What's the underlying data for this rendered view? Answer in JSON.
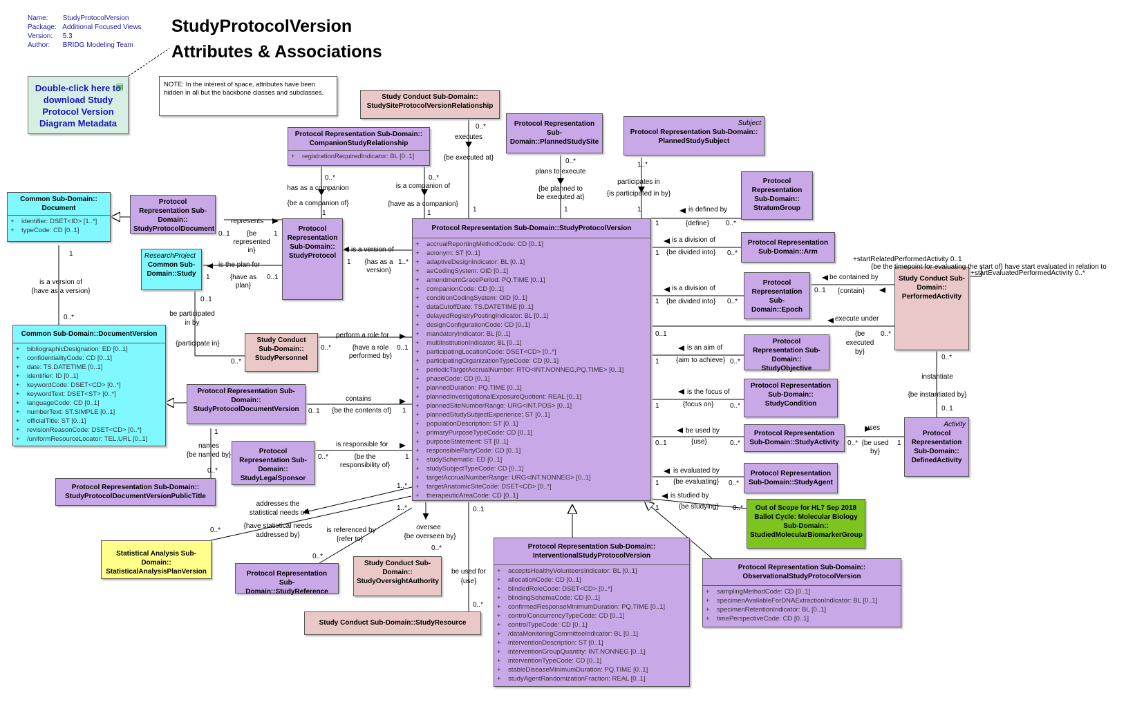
{
  "meta": [
    {
      "key": "Name:",
      "value": "StudyProtocolVersion"
    },
    {
      "key": "Package:",
      "value": "Additional Focused Views"
    },
    {
      "key": "Version:",
      "value": "5.3"
    },
    {
      "key": "Author:",
      "value": "BRIDG Modeling Team"
    }
  ],
  "title": {
    "line1": "StudyProtocolVersion",
    "line2": "Attributes & Associations"
  },
  "download": {
    "text": "Double-click here to download Study Protocol Version Diagram Metadata",
    "icon": "document-icon"
  },
  "note": "NOTE:  In the interest of space, attributes have been hidden in all but the backbone classes and subclasses.",
  "classes": {
    "ssprv": {
      "name": "Study Conduct Sub-Domain:: StudySiteProtocolVersionRelationship"
    },
    "pss": {
      "name": "Protocol Representation Sub-Domain::PlannedStudySite"
    },
    "psubj": {
      "name": "Protocol Representation Sub-Domain:: PlannedStudySubject",
      "stereotype": "Subject"
    },
    "csr": {
      "name": "Protocol Representation Sub-Domain:: CompanionStudyRelationship",
      "attrs": [
        "registrationRequiredIndicator: BL [0..1]"
      ]
    },
    "doc": {
      "name": "Common Sub-Domain:: Document",
      "attrs": [
        "identifier: DSET<ID> [1..*]",
        "typeCode: CD [0..1]"
      ]
    },
    "spd": {
      "name": "Protocol Representation Sub-Domain:: StudyProtocolDocument"
    },
    "sp": {
      "name": "Protocol Representation Sub-Domain:: StudyProtocol"
    },
    "study": {
      "name": "Common Sub-Domain::Study",
      "stereotype": "ResearchProject"
    },
    "docver": {
      "name": "Common Sub-Domain::DocumentVersion",
      "attrs": [
        "bibliographicDesignation: ED [0..1]",
        "confidentialityCode: CD [0..1]",
        "date: TS.DATETIME [0..1]",
        "identifier: ID [0..1]",
        "keywordCode: DSET<CD> [0..*]",
        "keywordText: DSET<ST> [0..*]",
        "languageCode: CD [0..1]",
        "numberText: ST.SIMPLE [0..1]",
        "officialTitle: ST [0..1]",
        "revisionReasonCode: DSET<CD> [0..*]",
        "/uniformResourceLocator: TEL.URL [0..1]"
      ]
    },
    "spers": {
      "name": "Study Conduct Sub-Domain:: StudyPersonnel"
    },
    "spdv": {
      "name": "Protocol Representation Sub-Domain:: StudyProtocolDocumentVersion"
    },
    "sls": {
      "name": "Protocol Representation Sub-Domain:: StudyLegalSponsor"
    },
    "spdvpt": {
      "name": "Protocol Representation Sub-Domain:: StudyProtocolDocumentVersionPublicTitle"
    },
    "sapv": {
      "name": "Statistical Analysis Sub-Domain:: StatisticalAnalysisPlanVersion"
    },
    "sref": {
      "name": "Protocol Representation Sub-Domain::StudyReference"
    },
    "soa": {
      "name": "Study Conduct Sub-Domain:: StudyOversightAuthority"
    },
    "sres": {
      "name": "Study Conduct Sub-Domain::StudyResource"
    },
    "spv": {
      "name": "Protocol Representation Sub-Domain::StudyProtocolVersion",
      "attrs": [
        "accrualReportingMethodCode: CD [0..1]",
        "acronym: ST [0..1]",
        "adaptiveDesignIndicator: BL [0..1]",
        "aeCodingSystem: OID [0..1]",
        "amendmentGracePeriod: PQ.TIME [0..1]",
        "companionCode: CD [0..1]",
        "conditionCodingSystem: OID [0..1]",
        "dataCutoffDate: TS.DATETIME [0..1]",
        "delayedRegistryPostingIndicator: BL [0..1]",
        "designConfigurationCode: CD [0..1]",
        "mandatoryIndicator: BL [0..1]",
        "multiInstitutionIndicator: BL [0..1]",
        "participatingLocationCode: DSET<CD> [0..*]",
        "participatingOrganizationTypeCode: CD [0..1]",
        "periodicTargetAccrualNumber: RTO<INT.NONNEG,PQ.TIME> [0..1]",
        "phaseCode: CD [0..1]",
        "plannedDuration: PQ.TIME [0..1]",
        "plannedInvestigationalExposureQuotient: REAL [0..1]",
        "plannedSiteNumberRange: URG<INT.POS> [0..1]",
        "plannedStudySubjectExperience: ST [0..1]",
        "populationDescription: ST [0..1]",
        "primaryPurposeTypeCode: CD [0..1]",
        "purposeStatement: ST [0..1]",
        "responsiblePartyCode: CD [0..1]",
        "studySchematic: ED [0..1]",
        "studySubjectTypeCode: CD [0..1]",
        "targetAccrualNumberRange: URG<INT.NONNEG> [0..1]",
        "targetAnatomicSiteCode: DSET<CD> [0..*]",
        "therapeuticAreaCode: CD [0..1]"
      ]
    },
    "isp": {
      "name": "Protocol Representation Sub-Domain:: InterventionalStudyProtocolVersion",
      "attrs": [
        "acceptsHealthyVolunteersIndicator: BL [0..1]",
        "allocationCode: CD [0..1]",
        "blindedRoleCode: DSET<CD> [0..*]",
        "blindingSchemaCode: CD [0..1]",
        "confirmedResponseMinimumDuration: PQ.TIME [0..1]",
        "controlConcurrencyTypeCode: CD [0..1]",
        "controlTypeCode: CD [0..1]",
        "/dataMonitoringCommitteeIndicator: BL [0..1]",
        "interventionDescription: ST [0..1]",
        "interventionGroupQuantity: INT.NONNEG [0..1]",
        "interventionTypeCode: CD [0..1]",
        "stableDiseaseMinimumDuration: PQ.TIME [0..1]",
        "studyAgentRandomizationFraction: REAL [0..1]"
      ]
    },
    "osp": {
      "name": "Protocol Representation Sub-Domain:: ObservationalStudyProtocolVersion",
      "attrs": [
        "samplingMethodCode: CD [0..1]",
        "specimenAvailableForDNAExtractionIndicator: BL [0..1]",
        "specimenRetentionIndicator: BL [0..1]",
        "timePerspectiveCode: CD [0..1]"
      ]
    },
    "strat": {
      "name": "Protocol Representation Sub-Domain:: StratumGroup"
    },
    "arm": {
      "name": "Protocol Representation Sub-Domain::Arm"
    },
    "epoch": {
      "name": "Protocol Representation Sub-Domain::Epoch"
    },
    "pact": {
      "name": "Study Conduct Sub-Domain:: PerformedActivity"
    },
    "sobj": {
      "name": "Protocol Representation Sub-Domain:: StudyObjective"
    },
    "scond": {
      "name": "Protocol Representation Sub-Domain:: StudyCondition"
    },
    "sact": {
      "name": "Protocol Representation Sub-Domain::StudyActivity"
    },
    "dact": {
      "name": "Protocol Representation Sub-Domain:: DefinedActivity",
      "stereotype": "Activity"
    },
    "sagent": {
      "name": "Protocol Representation Sub-Domain::StudyAgent"
    },
    "smbg": {
      "name": "Out of Scope for HL7 Sep 2018 Ballot Cycle: Molecular Biology Sub-Domain:: StudiedMolecularBiomarkerGroup"
    }
  },
  "labels": [
    "0..*",
    "executes",
    "{be executed at}",
    "1",
    "0..*",
    "plans to execute",
    "{be planned to",
    "be executed at}",
    "1",
    "1..*",
    "participates in",
    "{is participated in by}",
    "1",
    "0..*",
    "has as a companion",
    "{be a companion of}",
    "1",
    "0..*",
    "is a companion of",
    "{have as a companion}",
    "1",
    "represents",
    "0..1",
    "{be",
    "represented",
    "in}",
    "1",
    "is a version of",
    "1",
    "{has as a",
    "version}",
    "1..*",
    "is the plan for",
    "1",
    "{have as",
    "plan}",
    "0..1",
    "1",
    "is a version of",
    "{have as a version}",
    "0..*",
    "0..1",
    "be participated",
    "in by",
    "{participate in}",
    "0..*",
    "perform a role for",
    "0..*",
    "{have a role",
    "performed by}",
    "0..1",
    "contains",
    "0..1",
    "{be the contents of}",
    "1",
    "1",
    "names",
    "{be named by}",
    "0..*",
    "is responsible for",
    "0..*",
    "{be the",
    "responsibility of}",
    "1",
    "1..*",
    "addresses the",
    "statistical needs of",
    "{have statistical needs",
    "addressed by}",
    "0..*",
    "1..*",
    "is referenced by",
    "{refer to}",
    "0..*",
    "oversee",
    "{be overseen by}",
    "0..*",
    "0..1",
    "be used for",
    "{use}",
    "0..*",
    "1",
    "is defined by",
    "{define}",
    "0..*",
    "1",
    "is a division of",
    "{be divided into}",
    "0..*",
    "1",
    "is a division of",
    "{be divided into}",
    "0..*",
    "0..1",
    "be contained by",
    "{contain}",
    "execute under",
    "0..1",
    "{be",
    "executed",
    "by}",
    "0..*",
    "1",
    "is an aim of",
    "{aim to achieve}",
    "0..*",
    "1",
    "is the focus of",
    "{focus on}",
    "0..*",
    "be used by",
    "0..1",
    "{use}",
    "0..*",
    "1",
    "is evaluated by",
    "{be evaluating}",
    "0..*",
    "is studied by",
    "1",
    "{be studying}",
    "0..*",
    "+startRelatedPerformedActivity 0..1",
    "{be the timepoint for evaluating the start of} have start evaluated in relation to",
    "+startEvaluatedPerformedActivity 0..*",
    "0..*",
    "instantiate",
    "{be instantiated by}",
    "0..1",
    "uses",
    "0..*",
    "{be used",
    "by}",
    "1"
  ]
}
